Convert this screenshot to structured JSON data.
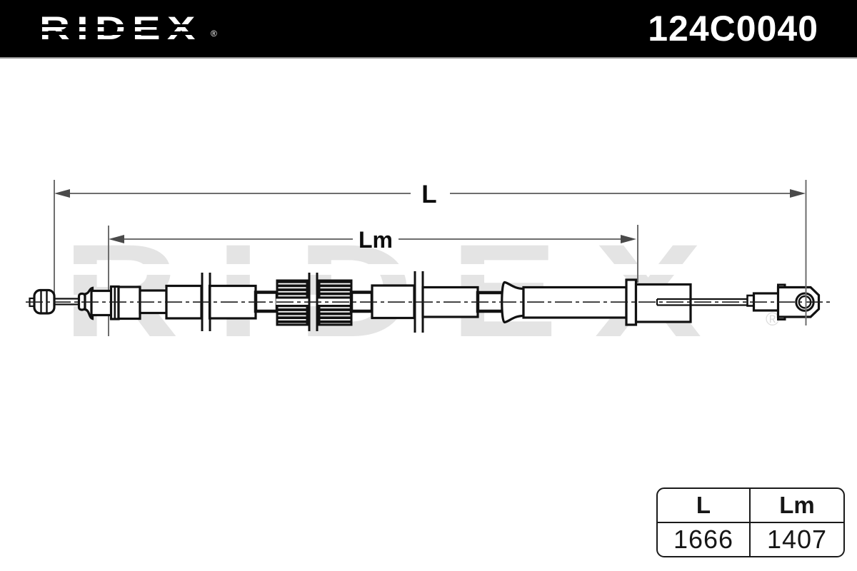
{
  "header": {
    "brand": "RIDEX",
    "registered_mark": "®",
    "part_number": "124C0040"
  },
  "watermark": {
    "text": "RIDEX",
    "registered_mark": "®"
  },
  "drawing": {
    "dim_total_label": "L",
    "dim_partial_label": "Lm"
  },
  "dimensions_table": {
    "headers": [
      "L",
      "Lm"
    ],
    "values": [
      "1666",
      "1407"
    ]
  },
  "colors": {
    "header_bg": "#000000",
    "dimension_line": "#6e6e6e",
    "drawing_stroke": "#111111",
    "watermark_gray": "#e4e4e4"
  }
}
